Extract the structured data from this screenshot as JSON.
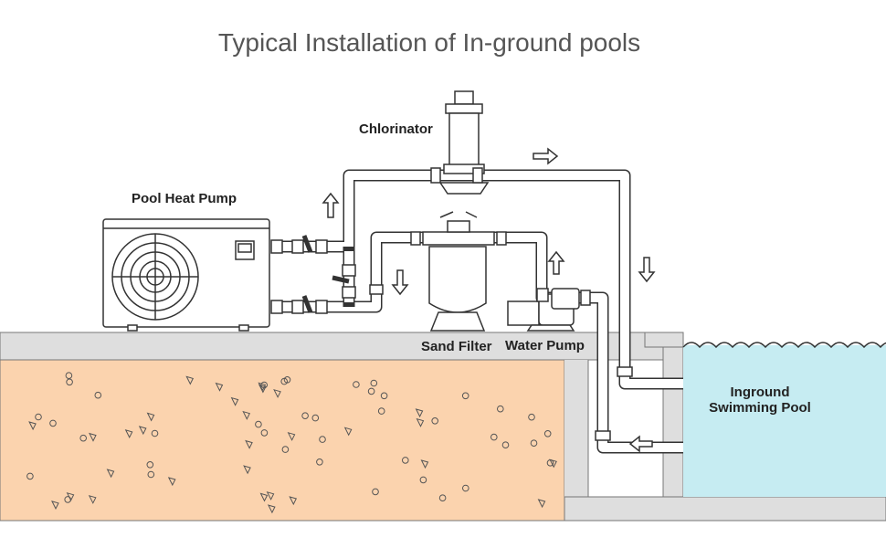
{
  "title": "Typical Installation of In-ground pools",
  "labels": {
    "chlorinator": "Chlorinator",
    "heat_pump": "Pool Heat Pump",
    "sand_filter": "Sand Filter",
    "water_pump": "Water Pump",
    "pool_line1": "Inground",
    "pool_line2": "Swimming Pool"
  },
  "colors": {
    "soil": "#fbd3ae",
    "ground": "#dedede",
    "water": "#c6ecf2",
    "line": "#333333",
    "title": "#555555"
  }
}
